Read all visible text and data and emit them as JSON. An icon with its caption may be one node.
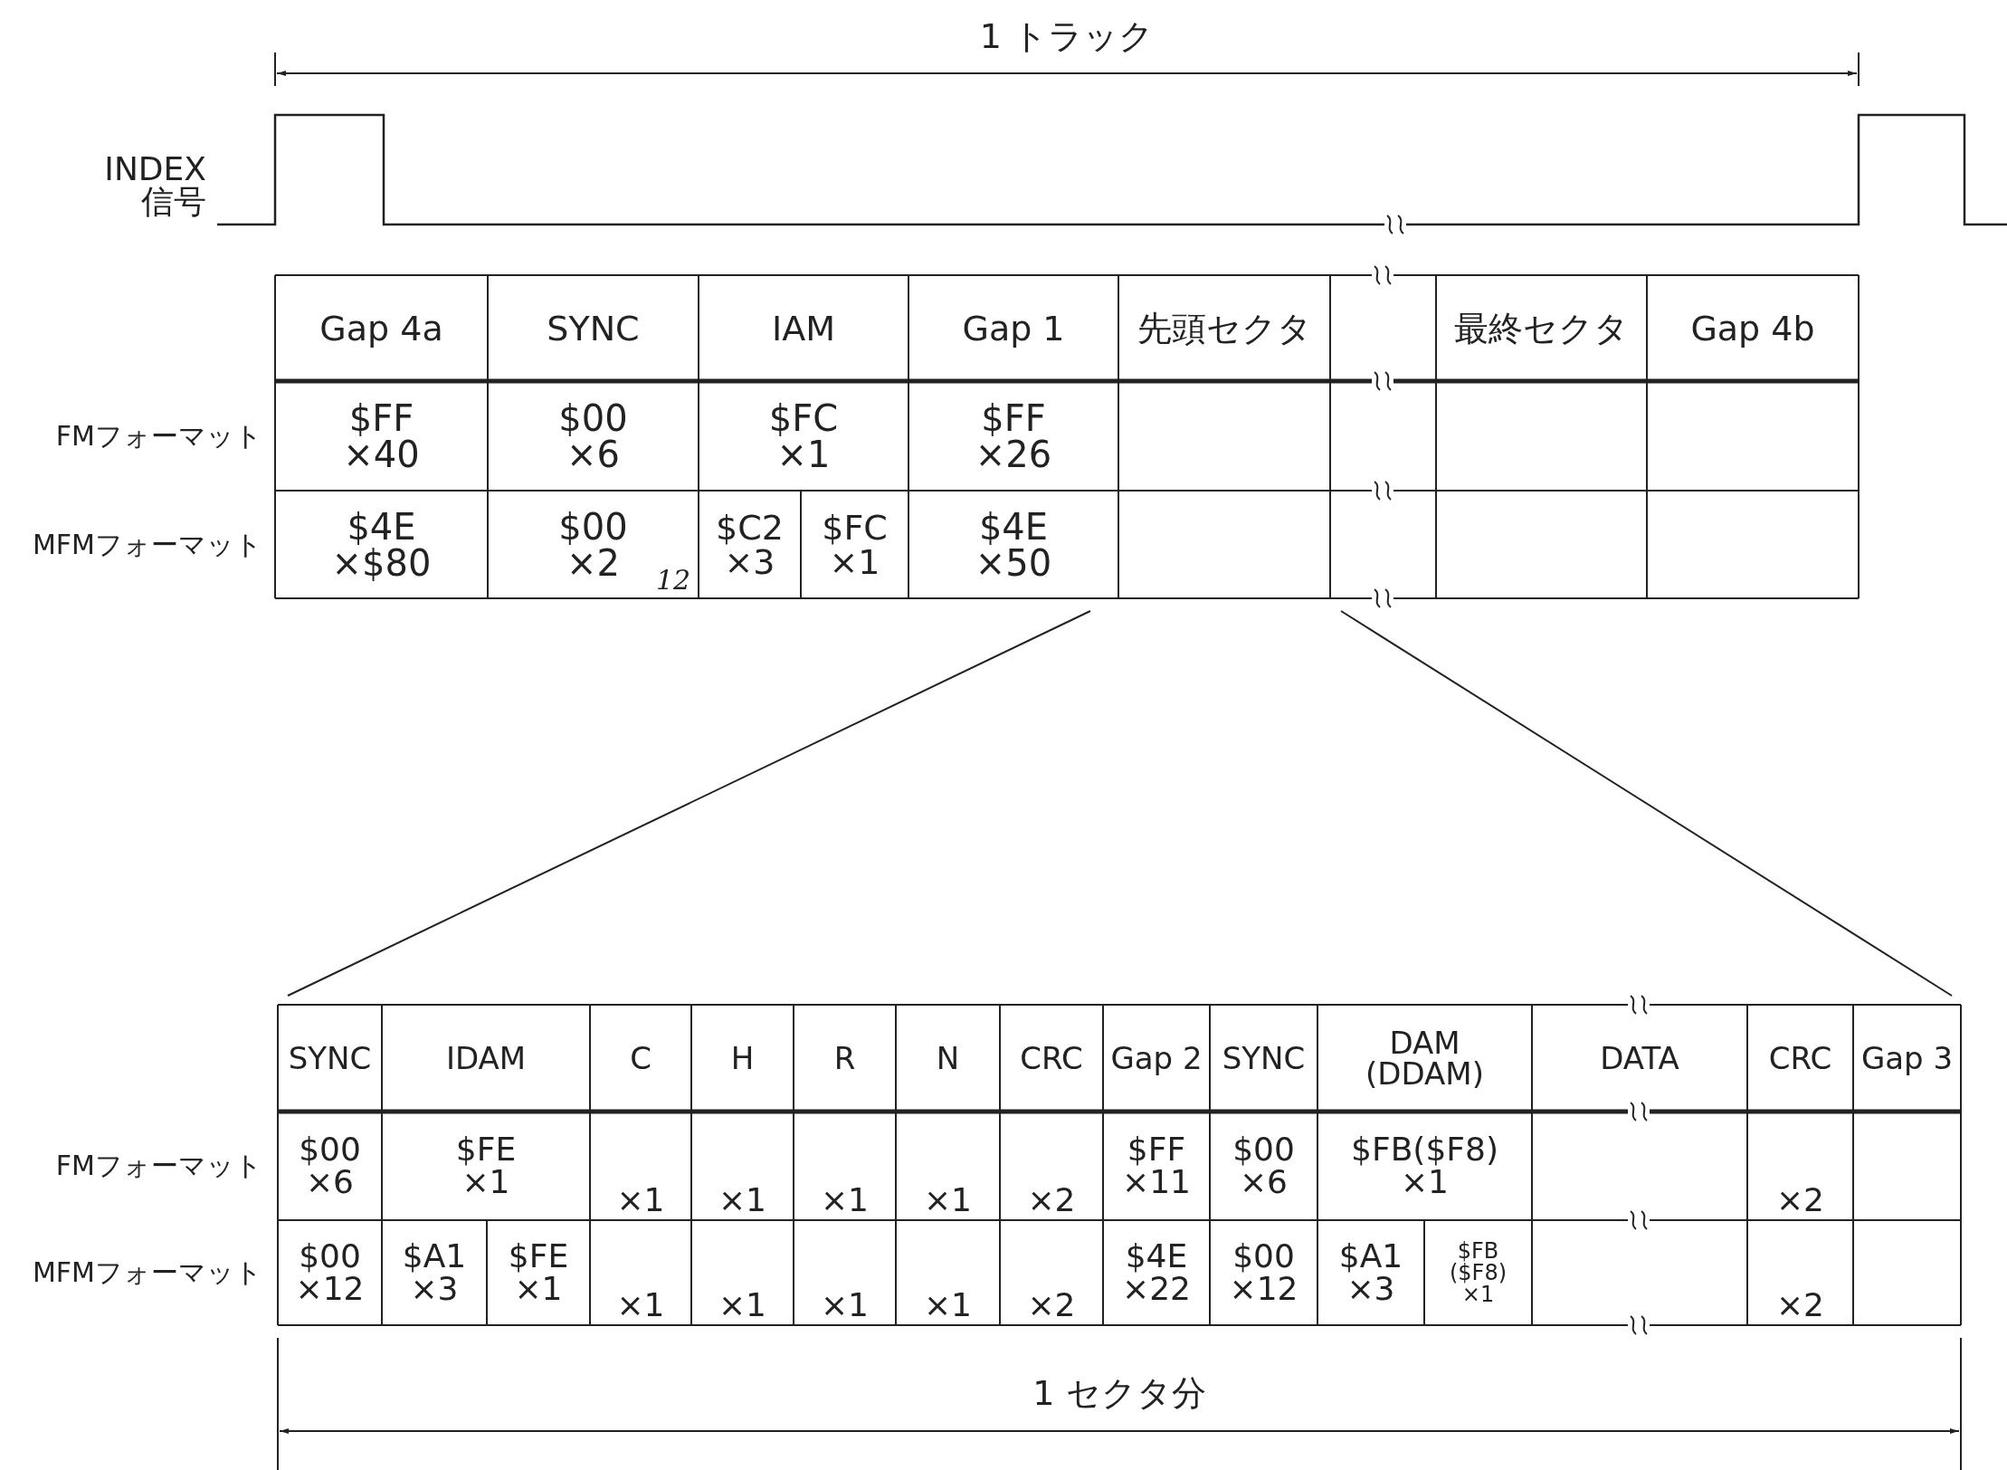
{
  "diagram": {
    "labels": [
      "1 トラック",
      "INDEX 信号",
      "Gap 4a",
      "SYNC",
      "IAM",
      "Gap 1",
      "先頭セクタ",
      "最終セクタ",
      "Gap 4b",
      "FMフォーマット",
      "$FF ×40",
      "$00 ×6",
      "$FC ×1",
      "$FF ×26",
      "MFMフォーマット",
      "$4E ×$80",
      "$00 ×2",
      "12",
      "$C2 ×3",
      "$FC ×1",
      "$4E ×50",
      "SYNC",
      "IDAM",
      "C",
      "H",
      "R",
      "N",
      "CRC",
      "Gap 2",
      "SYNC",
      "DAM (DDAM)",
      "DATA",
      "CRC",
      "Gap 3",
      "FMフォーマット",
      "$00 ×6",
      "$FE ×1",
      "×1",
      "×1",
      "×1",
      "×1",
      "×2",
      "$FF ×11",
      "$00 ×6",
      "$FB($F8) ×1",
      "×2",
      "MFMフォーマット",
      "$00 ×12",
      "$A1 ×3",
      "$FE ×1",
      "×1",
      "×1",
      "×1",
      "×1",
      "×2",
      "$4E ×22",
      "$00 ×12",
      "$A1 ×3",
      "$FB ($F8) ×1",
      "×2",
      "1 セクタ分"
    ]
  }
}
